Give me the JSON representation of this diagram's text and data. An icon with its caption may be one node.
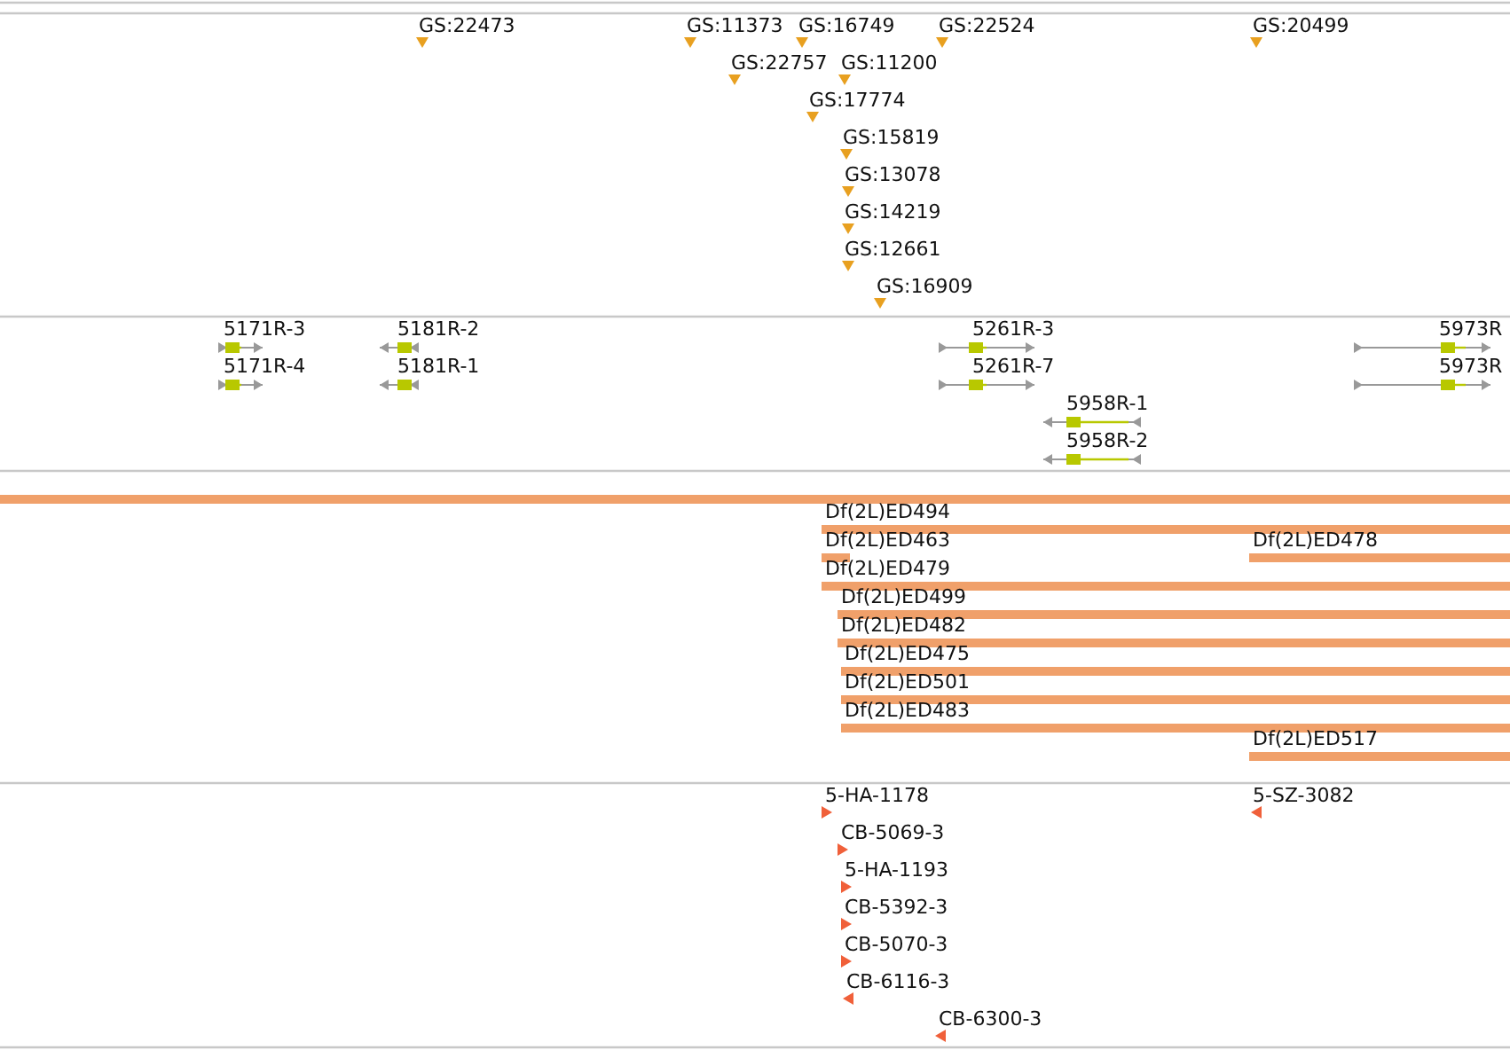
{
  "diagram": {
    "labels": [
      "GS:22473",
      "GS:11373",
      "GS:16749",
      "GS:22524",
      "GS:20499",
      "GS:22757",
      "GS:11200",
      "GS:17774",
      "GS:15819",
      "GS:13078",
      "GS:14219",
      "GS:12661",
      "GS:16909",
      "5171R-3",
      "5181R-2",
      "5261R-3",
      "5973R",
      "5171R-4",
      "5181R-1",
      "5261R-7",
      "5973R",
      "5958R-1",
      "5958R-2",
      "Df(2L)ED494",
      "Df(2L)ED463",
      "Df(2L)ED478",
      "Df(2L)ED479",
      "Df(2L)ED499",
      "Df(2L)ED482",
      "Df(2L)ED475",
      "Df(2L)ED501",
      "Df(2L)ED483",
      "Df(2L)ED517",
      "5-HA-1178",
      "5-SZ-3082",
      "CB-5069-3",
      "5-HA-1193",
      "CB-5392-3",
      "CB-5070-3",
      "CB-6116-3",
      "CB-6300-3"
    ]
  }
}
